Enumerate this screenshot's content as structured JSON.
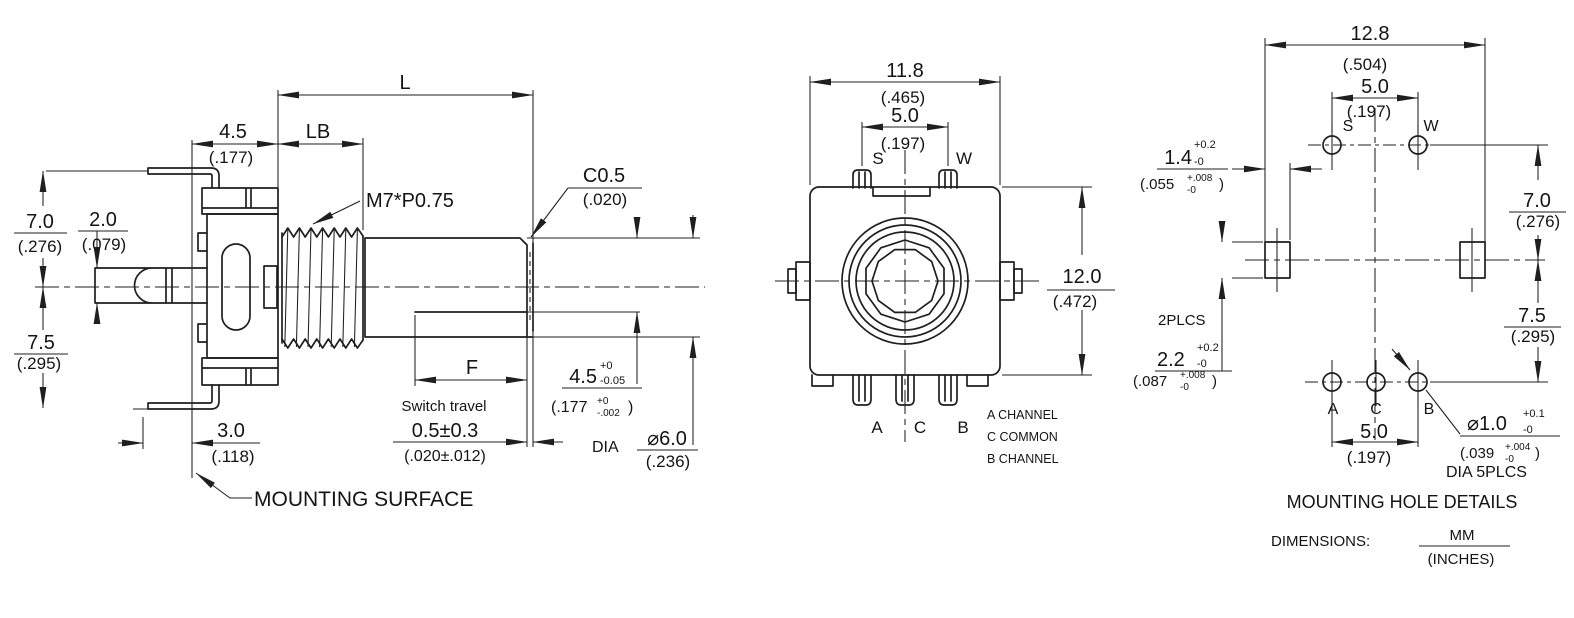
{
  "side_view": {
    "dim_L": "L",
    "dim_LB": "LB",
    "dim_F": "F",
    "body_depth_mm": "4.5",
    "body_depth_in": "(.177)",
    "thread_spec": "M7*P0.75",
    "chamfer_mm": "C0.5",
    "chamfer_in": "(.020)",
    "upper_half_mm": "7.0",
    "upper_half_in": "(.276)",
    "pin_dia_mm": "2.0",
    "pin_dia_in": "(.079)",
    "lower_half_mm": "7.5",
    "lower_half_in": "(.295)",
    "pin_proj_mm": "3.0",
    "pin_proj_in": "(.118)",
    "switch_travel_label": "Switch travel",
    "switch_travel_mm": "0.5±0.3",
    "switch_travel_in": "(.020±.012)",
    "flat_mm": "4.5",
    "flat_mm_sup": "+0",
    "flat_mm_sub": "-0.05",
    "flat_in": "(.177",
    "flat_in_sup": "+0",
    "flat_in_sub": "-.002",
    "flat_in_close": ")",
    "dia_label": "DIA",
    "shaft_dia_mm": "⌀6.0",
    "shaft_dia_in": "(.236)",
    "mounting_surface": "MOUNTING SURFACE"
  },
  "front_view": {
    "width_mm": "11.8",
    "width_in": "(.465)",
    "pitch_mm": "5.0",
    "pitch_in": "(.197)",
    "height_mm": "12.0",
    "height_in": "(.472)",
    "term_s": "S",
    "term_w": "W",
    "term_a": "A",
    "term_c": "C",
    "term_b": "B",
    "legend": [
      "A CHANNEL",
      "C COMMON",
      "B CHANNEL"
    ]
  },
  "hole_view": {
    "span_mm": "12.8",
    "span_in": "(.504)",
    "top_pitch_mm": "5.0",
    "top_pitch_in": "(.197)",
    "slot_w_mm": "1.4",
    "slot_w_sup": "+0.2",
    "slot_w_sub": "-0",
    "slot_w_in": "(.055",
    "slot_w_in_sup": "+.008",
    "slot_w_in_sub": "-0",
    "slot_w_in_close": ")",
    "upper_mm": "7.0",
    "upper_in": "(.276)",
    "lower_mm": "7.5",
    "lower_in": "(.295)",
    "slot_note": "2PLCS",
    "slot_h_mm": "2.2",
    "slot_h_sup": "+0.2",
    "slot_h_sub": "-0",
    "slot_h_in": "(.087",
    "slot_h_in_sup": "+.008",
    "slot_h_in_sub": "-0",
    "slot_h_in_close": ")",
    "bot_pitch_mm": "5.0",
    "bot_pitch_in": "(.197)",
    "hole_s": "S",
    "hole_w": "W",
    "hole_a": "A",
    "hole_c": "C",
    "hole_b": "B",
    "hole_dia_mm": "⌀1.0",
    "hole_dia_sup": "+0.1",
    "hole_dia_sub": "-0",
    "hole_dia_in": "(.039",
    "hole_dia_in_sup": "+.004",
    "hole_dia_in_sub": "-0",
    "hole_dia_in_close": ")",
    "hole_note": "DIA 5PLCS",
    "title": "MOUNTING HOLE DETAILS"
  },
  "footer": {
    "label": "DIMENSIONS:",
    "mm": "MM",
    "inches": "(INCHES)"
  }
}
